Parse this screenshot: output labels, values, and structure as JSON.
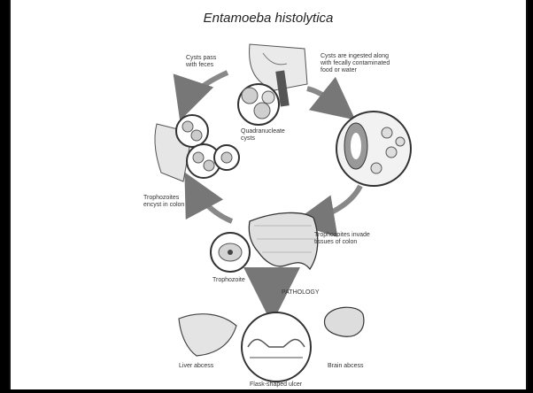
{
  "title": "Entamoeba histolytica",
  "labels": {
    "cysts_pass": "Cysts pass\nwith feces",
    "cysts_ingested": "Cysts are ingested along\nwith fecally contaminated\nfood or water",
    "quadranucleate": "Quadranucleate\ncysts",
    "troph_encyst": "Trophozoites\nencyst in colon",
    "troph_invade": "Trophozoites invade\ntissues of colon",
    "trophozoite": "Trophozoite",
    "pathology": "PATHOLOGY",
    "liver": "Liver abcess",
    "brain": "Brain abcess",
    "flask": "Flask-shaped ulcer"
  }
}
